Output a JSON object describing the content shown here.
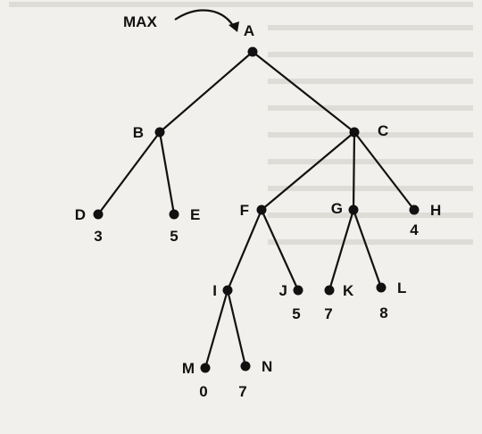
{
  "max_label": "MAX",
  "nodes": [
    {
      "id": "A",
      "label": "A",
      "value": ""
    },
    {
      "id": "B",
      "label": "B",
      "value": ""
    },
    {
      "id": "C",
      "label": "C",
      "value": ""
    },
    {
      "id": "D",
      "label": "D",
      "value": "3"
    },
    {
      "id": "E",
      "label": "E",
      "value": "5"
    },
    {
      "id": "F",
      "label": "F",
      "value": ""
    },
    {
      "id": "G",
      "label": "G",
      "value": ""
    },
    {
      "id": "H",
      "label": "H",
      "value": "4"
    },
    {
      "id": "I",
      "label": "I",
      "value": ""
    },
    {
      "id": "J",
      "label": "J",
      "value": "5"
    },
    {
      "id": "K",
      "label": "K",
      "value": "7"
    },
    {
      "id": "L",
      "label": "L",
      "value": "8"
    },
    {
      "id": "M",
      "label": "M",
      "value": "0"
    },
    {
      "id": "N",
      "label": "N",
      "value": "7"
    }
  ],
  "edges": [
    [
      "A",
      "B"
    ],
    [
      "A",
      "C"
    ],
    [
      "B",
      "D"
    ],
    [
      "B",
      "E"
    ],
    [
      "C",
      "F"
    ],
    [
      "C",
      "G"
    ],
    [
      "C",
      "H"
    ],
    [
      "F",
      "I"
    ],
    [
      "F",
      "J"
    ],
    [
      "G",
      "K"
    ],
    [
      "G",
      "L"
    ],
    [
      "I",
      "M"
    ],
    [
      "I",
      "N"
    ]
  ]
}
